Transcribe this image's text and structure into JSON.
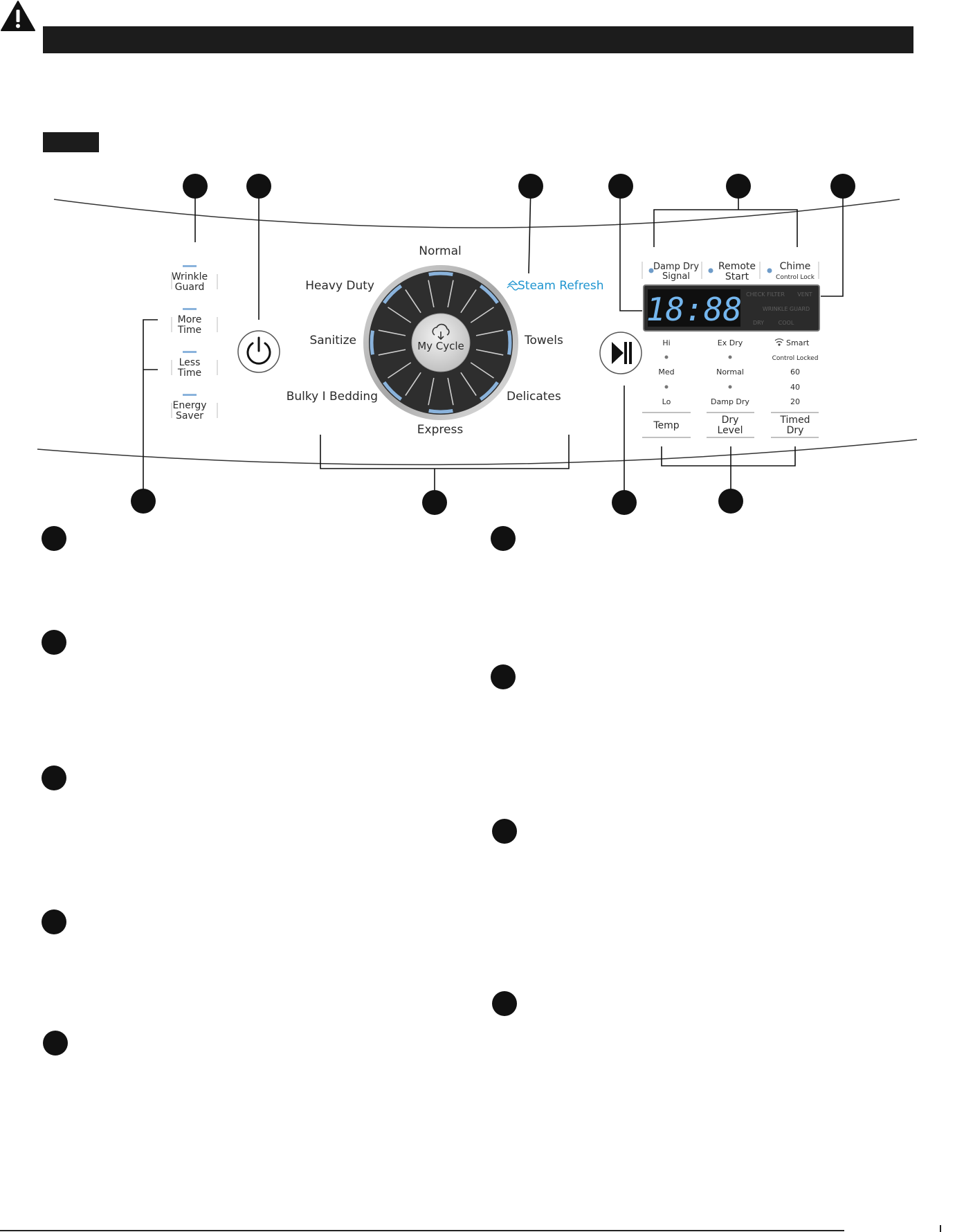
{
  "colors": {
    "dark": "#1c1c1c",
    "accent_blue": "#8ab3dc",
    "steam_text": "#1f95d0",
    "display_digits": "#74b6ee",
    "dial_face": "#2e2e2e",
    "dial_ring": "#a9a9a9"
  },
  "icons": [
    "warning-triangle-icon",
    "power-icon",
    "play-pause-icon",
    "cloud-download-icon",
    "steam-icon",
    "wifi-icon"
  ],
  "options": {
    "wrinkle_guard": [
      "Wrinkle",
      "Guard"
    ],
    "more_time": [
      "More",
      "Time"
    ],
    "less_time": [
      "Less",
      "Time"
    ],
    "energy_saver": [
      "Energy",
      "Saver"
    ]
  },
  "dial": {
    "center": [
      "My Cycle"
    ],
    "cycles": {
      "normal": "Normal",
      "heavy_duty": "Heavy Duty",
      "steam_refresh": "Steam Refresh",
      "sanitize": "Sanitize",
      "towels": "Towels",
      "bulky_bedding": "Bulky I Bedding",
      "delicates": "Delicates",
      "express": "Express"
    }
  },
  "top_buttons": {
    "damp_dry": [
      "Damp Dry",
      "Signal"
    ],
    "remote_start": [
      "Remote",
      "Start"
    ],
    "chime": "Chime",
    "chime_sub": "Control Lock"
  },
  "display": {
    "digits": "18:88",
    "check_filter": "CHECK FILTER",
    "vent": "VENT",
    "wrinkle_guard": "WRINKLE GUARD",
    "dry": "DRY",
    "cool": "COOL"
  },
  "settings": {
    "temp": {
      "levels": [
        "Hi",
        "Med",
        "Lo"
      ],
      "button": [
        "Temp"
      ]
    },
    "dry_level": {
      "levels": [
        "Ex Dry",
        "Normal",
        "Damp Dry"
      ],
      "button": [
        "Dry",
        "Level"
      ]
    },
    "timed_dry": {
      "levels": [
        "Smart",
        "Control Locked",
        "60",
        "40",
        "20"
      ],
      "button": [
        "Timed",
        "Dry"
      ]
    }
  }
}
